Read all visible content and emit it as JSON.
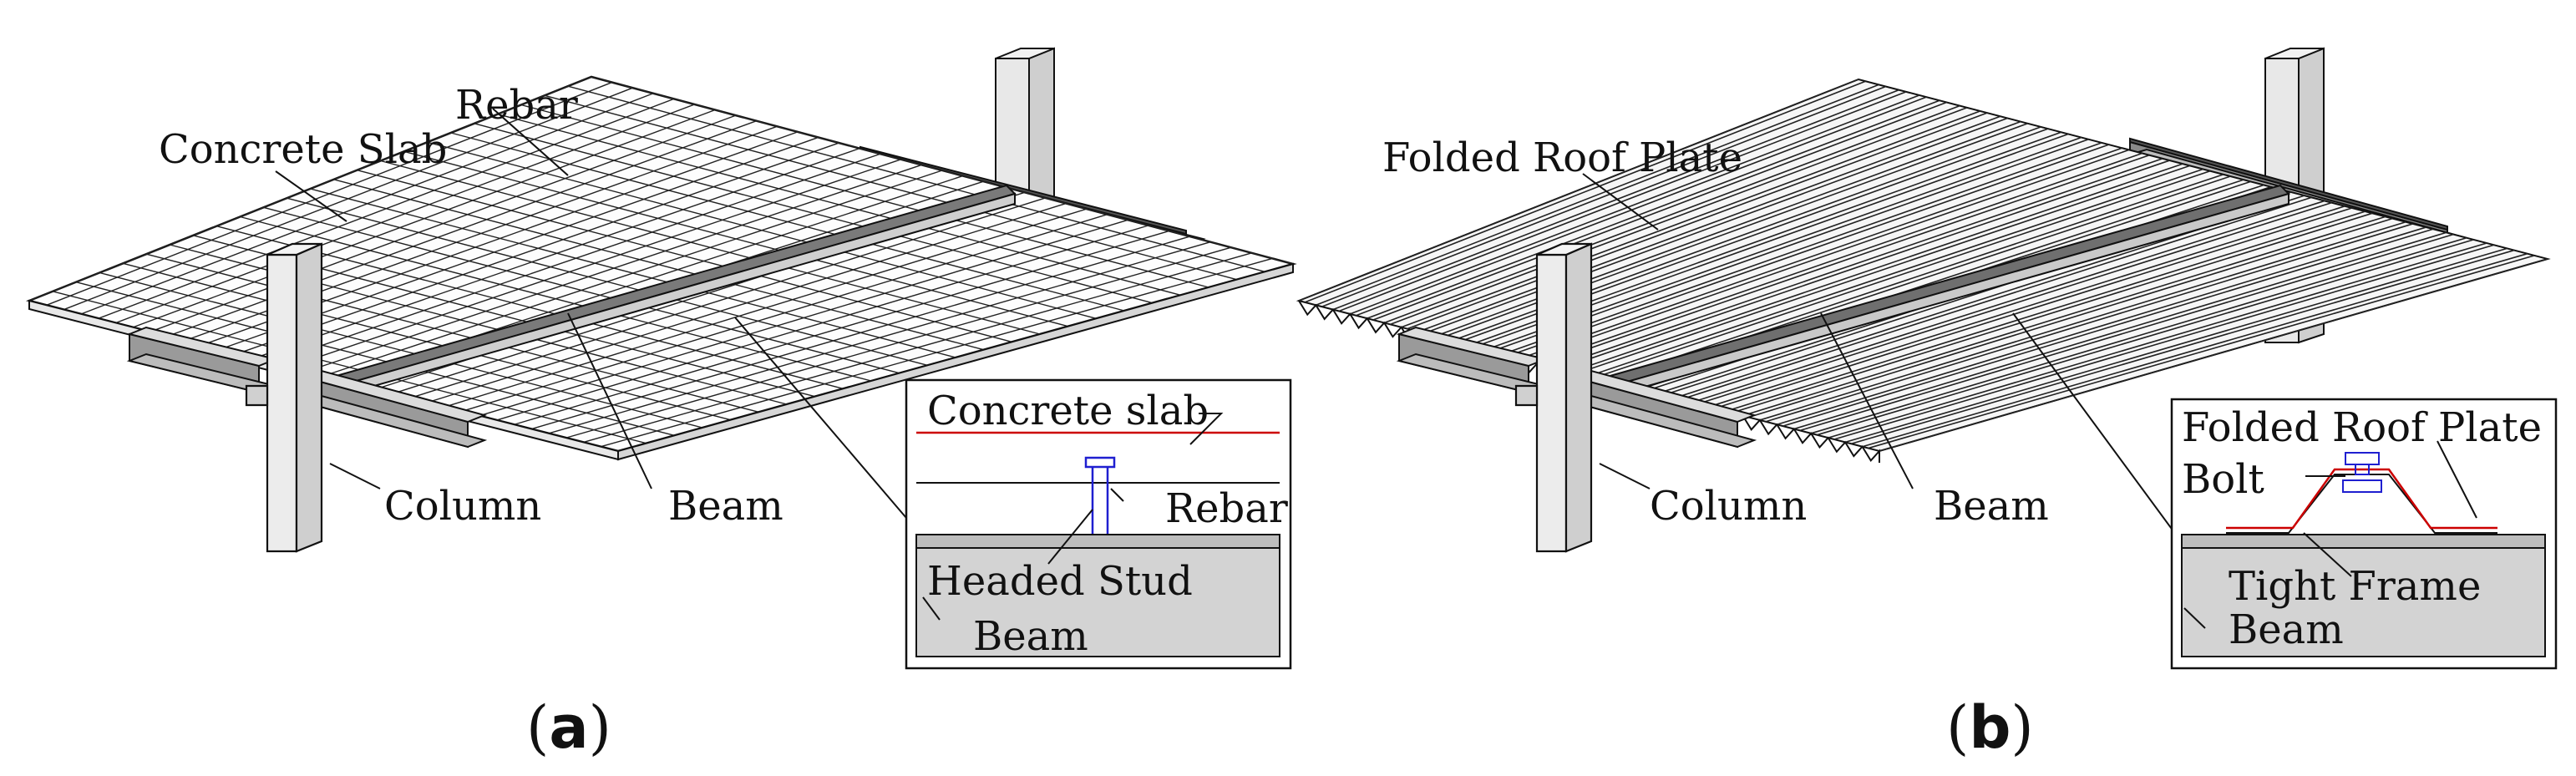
{
  "panel_a": {
    "labels": {
      "concrete_slab": "Concrete Slab",
      "rebar": "Rebar",
      "column": "Column",
      "beam": "Beam"
    },
    "inset": {
      "concrete_slab": "Concrete slab",
      "rebar": "Rebar",
      "headed_stud": "Headed Stud",
      "beam": "Beam"
    },
    "caption": {
      "open": "(",
      "letter": "a",
      "close": ")"
    }
  },
  "panel_b": {
    "labels": {
      "folded_roof_plate": "Folded Roof Plate",
      "column": "Column",
      "beam": "Beam"
    },
    "inset": {
      "folded_roof_plate": "Folded Roof Plate",
      "bolt": "Bolt",
      "tight_frame": "Tight Frame",
      "beam": "Beam"
    },
    "caption": {
      "open": "(",
      "letter": "b",
      "close": ")"
    }
  },
  "colors": {
    "line": "#111111",
    "member_fill": "#e4e4e4",
    "beam_fill": "#8a8a8a",
    "slab_line_red": "#cc0000",
    "stud_blue": "#1f1fd0",
    "inset_beam_fill": "#d3d3d3"
  }
}
